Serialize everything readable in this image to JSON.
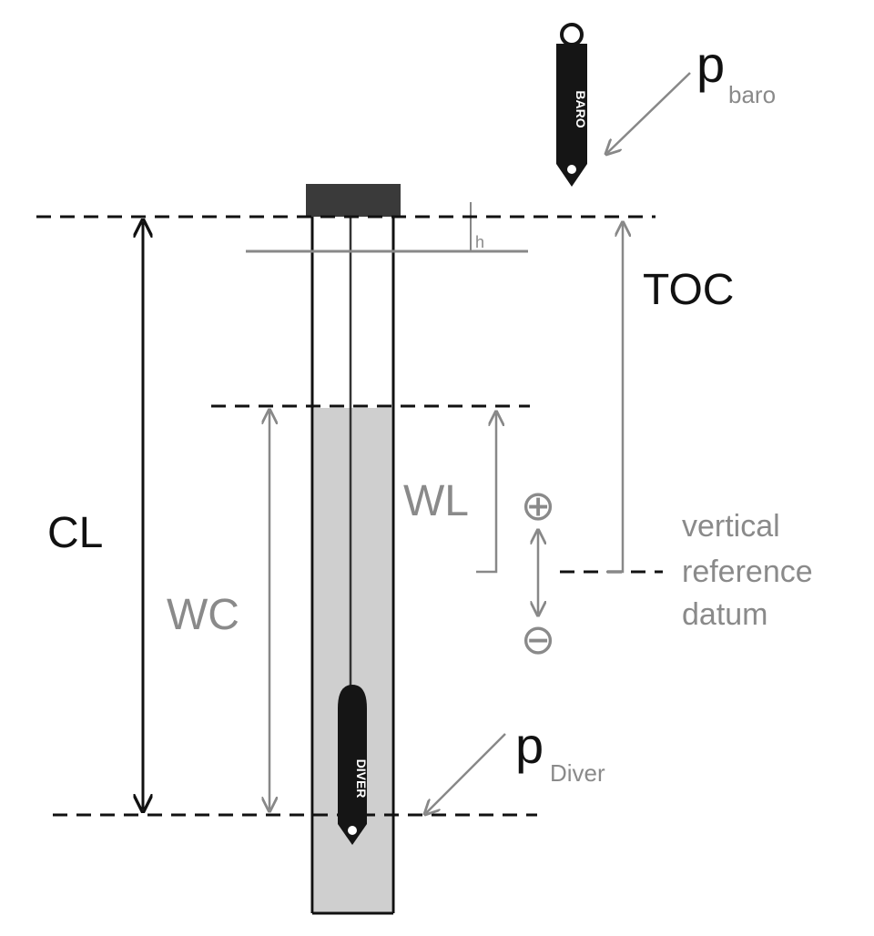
{
  "labels": {
    "p_baro_main": "p",
    "p_baro_sub": "baro",
    "toc": "TOC",
    "cl": "CL",
    "wc": "WC",
    "wl": "WL",
    "datum_line1": "vertical",
    "datum_line2": "reference",
    "datum_line3": "datum",
    "p_diver_main": "p",
    "p_diver_sub": "Diver",
    "plus_sign": "⊕",
    "minus_sign": "⊖",
    "h_label": "h",
    "baro_logger_text": "BARO",
    "diver_logger_text": "DIVER"
  },
  "colors": {
    "line_dark": "#111111",
    "line_gray": "#888888",
    "water_fill": "#cfcfcf",
    "cap_fill": "#3a3a3a",
    "logger_body": "#151515",
    "text_dark": "#111111",
    "text_gray": "#8a8a8a"
  }
}
